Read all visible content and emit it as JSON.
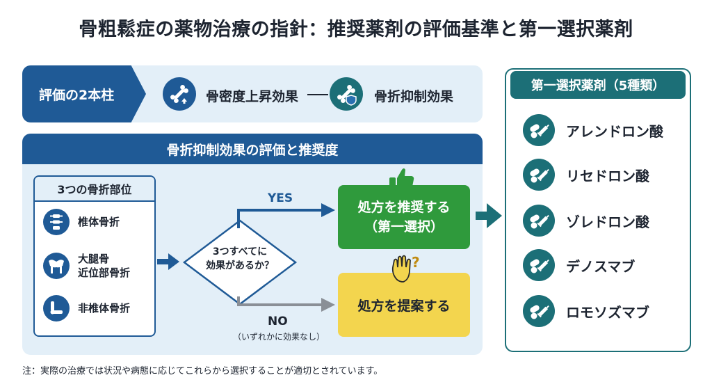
{
  "title": "骨粗鬆症の薬物治療の指針：推奨薬剤の評価基準と第一選択薬剤",
  "pillars": {
    "tag": "評価の2本柱",
    "items": [
      {
        "label": "骨密度上昇効果",
        "icon": "bone-up-icon"
      },
      {
        "label": "骨折抑制効果",
        "icon": "bone-shield-icon"
      }
    ]
  },
  "evaluation": {
    "header": "骨折抑制効果の評価と推奨度",
    "sites_header": "3つの骨折部位",
    "sites": [
      {
        "label_lines": [
          "椎体骨折"
        ],
        "icon": "spine-icon"
      },
      {
        "label_lines": [
          "大腿骨",
          "近位部骨折"
        ],
        "icon": "pelvis-icon"
      },
      {
        "label_lines": [
          "非椎体骨折"
        ],
        "icon": "arm-bone-icon"
      }
    ],
    "question_lines": [
      "3つすべてに",
      "効果があるか？"
    ],
    "yes_label": "YES",
    "no_label": "NO",
    "no_sub": "（いずれかに効果なし）",
    "recommend_lines": [
      "処方を推奨する",
      "（第一選択）"
    ],
    "suggest_label": "処方を提案する"
  },
  "drugs": {
    "header": "第一選択薬剤（5種類）",
    "items": [
      "アレンドロン酸",
      "リセドロン酸",
      "ゾレドロン酸",
      "デノスマブ",
      "ロモソズマブ"
    ]
  },
  "note": "注：実際の治療では状況や病態に応じてこれらから選択することが適切とされています。",
  "colors": {
    "navy": "#1f5a96",
    "teal": "#1c6f77",
    "light_blue": "#e3eff8",
    "green": "#2f9a3c",
    "yellow": "#f3d54e",
    "gray_arrow": "#8a8f96"
  }
}
